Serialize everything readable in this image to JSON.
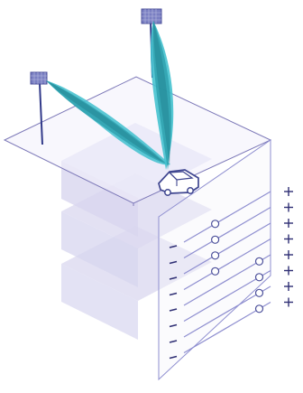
{
  "colors": {
    "outline": "#7d79b8",
    "layer_fill": "#d9d8f0",
    "layer_fill_dark": "#c9c7ea",
    "beam_outer": "#45c2cf",
    "beam_inner": "#2b9aa8",
    "beam_core": "#1c7d89",
    "mast": "#323a8a",
    "antenna": "#7a7fc2",
    "car_fill": "#ffffff",
    "car_stroke": "#3f4690",
    "panel_line": "#8f8fd0",
    "symbol": "#2f2f74"
  },
  "icons": {
    "antenna_left": "cell-tower-icon",
    "antenna_right": "cell-tower-icon",
    "car": "car-icon"
  },
  "sliders": [
    {
      "level": 0.36
    },
    {
      "level": 0.36
    },
    {
      "level": 0.36
    },
    {
      "level": 0.36
    },
    {
      "level": 0.87
    },
    {
      "level": 0.87
    },
    {
      "level": 0.87
    },
    {
      "level": 0.87
    }
  ]
}
